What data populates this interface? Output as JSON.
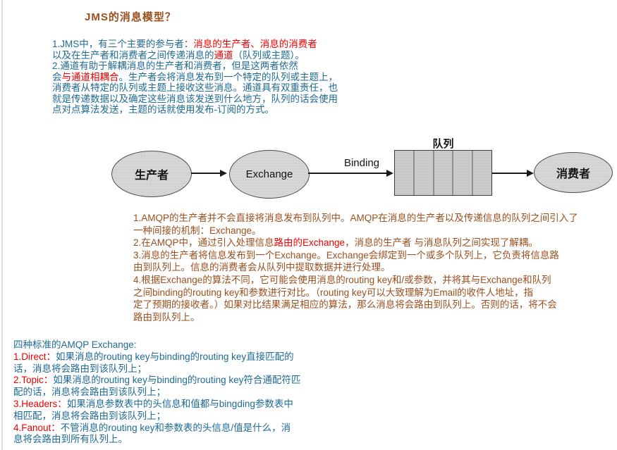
{
  "page": {
    "title": "JMS的消息模型？"
  },
  "colors": {
    "body_blue": "#1e6a93",
    "note_brown": "#9b4f1e",
    "highlight_red": "#ee0000",
    "node_fill_gray": "#d6d6d6",
    "queue_fill_gray": "#cbcbcb"
  },
  "intro": {
    "lines": [
      [
        {
          "t": "1.JMS中，有三个主要的参与者："
        },
        {
          "t": "消息的生产者、消息的消费者",
          "c": "red"
        }
      ],
      [
        {
          "t": "以及在生产者和消费者之间传递消息的"
        },
        {
          "t": "通道",
          "c": "red"
        },
        {
          "t": "（队列或主题）。"
        }
      ],
      [
        {
          "t": "2.通道有助于解耦消息的生产者和消费者，但是这两者依然"
        }
      ],
      [
        {
          "t": "会"
        },
        {
          "t": "与通道相耦合",
          "c": "red"
        },
        {
          "t": "。生产者会将消息发布到一个特定的队列或主题上，"
        }
      ],
      [
        {
          "t": "消费者从特定的队列或主题上接收这些消息。通道具有双重责任，也"
        }
      ],
      [
        {
          "t": "就是传递数据以及确定这些消息该发送到什么地方，队列的话会使用"
        }
      ],
      [
        {
          "t": "点对点算法发送，主题的话就使用发布-订阅的方式。"
        }
      ]
    ]
  },
  "diagram": {
    "producer_label": "生产者",
    "exchange_label": "Exchange",
    "binding_label": "Binding",
    "queue_label": "队列",
    "consumer_label": "消费者",
    "queue_cells": 5
  },
  "amqp_notes": {
    "lines": [
      [
        {
          "t": "1.AMQP的生产者并不会直接将消息发布到队列中。AMQP在消息的生产者以及传递信息的队列之间引入了"
        }
      ],
      [
        {
          "t": "一种间接的机制：Exchange。"
        }
      ],
      [
        {
          "t": "2.在AMQP中，通过引入处理信息"
        },
        {
          "t": "路由的Exchange",
          "c": "red"
        },
        {
          "t": "，消息的生产者 与消息队列之间实现了解耦。"
        }
      ],
      [
        {
          "t": "3.消息的生产者将信息发布到一个Exchange。Exchange会绑定到一个或多个队列上，它负责将信息路"
        }
      ],
      [
        {
          "t": "由到队列上。信息的消费者会从队列中提取数据并进行处理。"
        }
      ],
      [
        {
          "t": "4.根据Exchange的算法不同，它可能会使用消息的routing key和/或参数，并将其与Exchange和队列"
        }
      ],
      [
        {
          "t": "之间binding的routing key和参数进行对比。（routing key可以大致理解为Email的收件人地址，指"
        }
      ],
      [
        {
          "t": "定了预期的接收者。）如果对比结果满足相应的算法，那么消息将会路由到队列上。否则的话，将不会"
        }
      ],
      [
        {
          "t": "路由到队列上。"
        }
      ]
    ]
  },
  "exchange_types": {
    "lines": [
      [
        {
          "t": "四种标准的AMQP Exchange:"
        }
      ],
      [
        {
          "t": "1.Direct：",
          "c": "red"
        },
        {
          "t": "如果消息的routing key与binding的routing key直接匹配的"
        }
      ],
      [
        {
          "t": "话，消息将会路由到该队列上；"
        }
      ],
      [
        {
          "t": "2.Topic：",
          "c": "red"
        },
        {
          "t": "如果消息的routing key与binding的routing key符合通配符匹"
        }
      ],
      [
        {
          "t": "配的话，消息将会路由到该队列上；"
        }
      ],
      [
        {
          "t": "3.Headers：",
          "c": "red"
        },
        {
          "t": "如果消息参数表中的头信息和值都与bingding参数表中"
        }
      ],
      [
        {
          "t": "相匹配，消息将会路由到该队列上；"
        }
      ],
      [
        {
          "t": "4.Fanout：",
          "c": "red"
        },
        {
          "t": "不管消息的routing key和参数表的头信息/值是什么，消"
        }
      ],
      [
        {
          "t": "息将会路由到所有队列上。"
        }
      ]
    ]
  }
}
